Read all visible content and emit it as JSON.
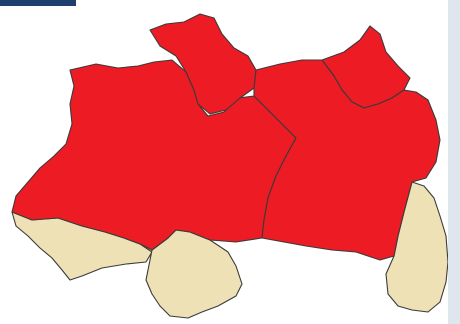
{
  "map": {
    "colors": {
      "highlight": "#ed1c24",
      "base": "#efe1b6",
      "border": "#3a3a3a",
      "frame": "#1f3f6e",
      "edge": "#dfe6ee"
    },
    "regions": [
      {
        "id": "amazonas",
        "highlighted": true
      },
      {
        "id": "roraima",
        "highlighted": true
      },
      {
        "id": "amapa",
        "highlighted": true
      },
      {
        "id": "para",
        "highlighted": true
      },
      {
        "id": "acre",
        "highlighted": false
      },
      {
        "id": "rondonia",
        "highlighted": false
      },
      {
        "id": "tocantins",
        "highlighted": false
      }
    ]
  }
}
